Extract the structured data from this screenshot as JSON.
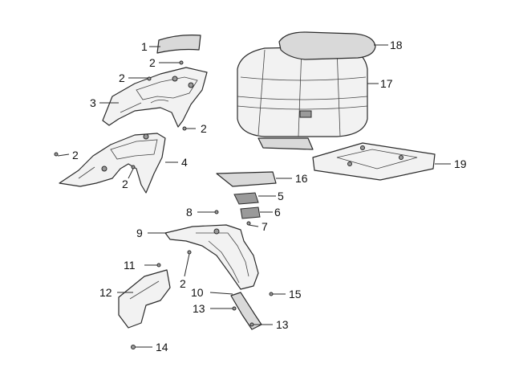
{
  "callouts": {
    "c1": "1",
    "c2a": "2",
    "c2b": "2",
    "c2c": "2",
    "c2d": "2",
    "c2e": "2",
    "c2f": "2",
    "c3": "3",
    "c4": "4",
    "c5": "5",
    "c6": "6",
    "c7": "7",
    "c8": "8",
    "c9": "9",
    "c10": "10",
    "c11": "11",
    "c12": "12",
    "c13a": "13",
    "c13b": "13",
    "c14": "14",
    "c15": "15",
    "c16": "16",
    "c17": "17",
    "c18": "18",
    "c19": "19"
  },
  "colors": {
    "line": "#2a2a2a",
    "fill": "#d9d9d9",
    "dark": "#9a9a9a",
    "background": "#ffffff"
  }
}
